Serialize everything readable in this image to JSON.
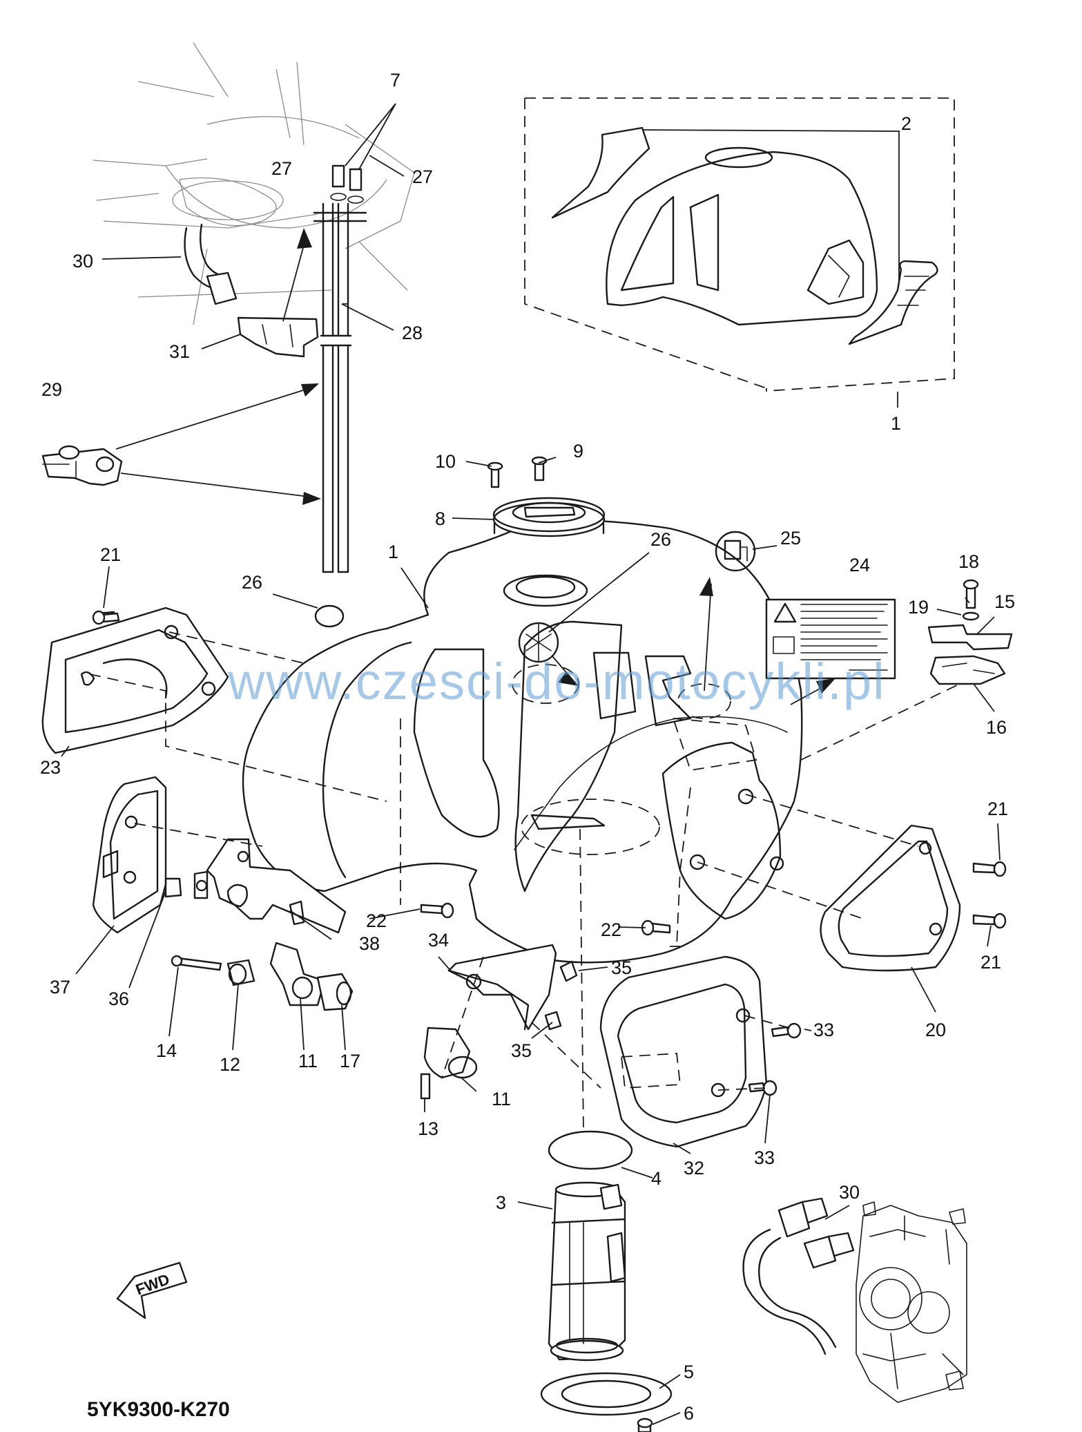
{
  "diagram_code": "5YK9300-K270",
  "watermark": "www.czesci-do-motocykli.pl",
  "fwd_label": "FWD",
  "callouts": {
    "c1_top": "1",
    "c2": "2",
    "c7": "7",
    "c27a": "27",
    "c27b": "27",
    "c30a": "30",
    "c28": "28",
    "c31": "31",
    "c29": "29",
    "c10": "10",
    "c9": "9",
    "c8": "8",
    "c1_main": "1",
    "c26a": "26",
    "c26b": "26",
    "c25": "25",
    "c24": "24",
    "c18": "18",
    "c19": "19",
    "c15": "15",
    "c16": "16",
    "c21a": "21",
    "c23": "23",
    "c21b": "21",
    "c21c": "21",
    "c20": "20",
    "c22a": "22",
    "c22b": "22",
    "c34": "34",
    "c35a": "35",
    "c35b": "35",
    "c38": "38",
    "c37": "37",
    "c36": "36",
    "c14": "14",
    "c12": "12",
    "c11a": "11",
    "c17": "17",
    "c11b": "11",
    "c13": "13",
    "c33a": "33",
    "c33b": "33",
    "c32": "32",
    "c4": "4",
    "c3": "3",
    "c30b": "30",
    "c5": "5",
    "c6": "6"
  }
}
